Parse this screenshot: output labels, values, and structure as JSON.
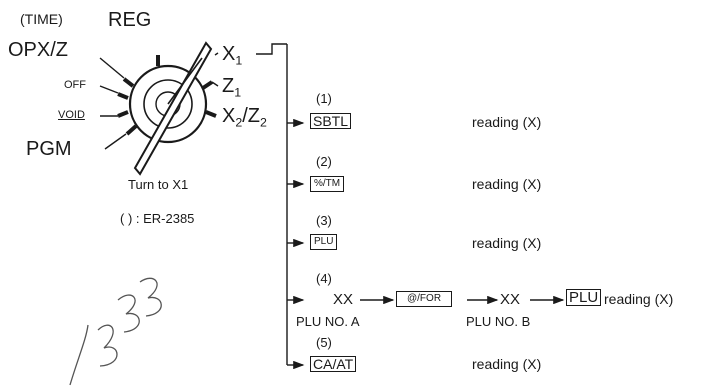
{
  "dial": {
    "time_label": "(TIME)",
    "reg_label": "REG",
    "opx_label": "OPX/Z",
    "off_label": "OFF",
    "void_label": "VOID",
    "pgm_label": "PGM",
    "x1_main": "X",
    "x1_sub": "1",
    "z1_main": "Z",
    "z1_sub": "1",
    "x2_main": "X",
    "x2_sub": "2",
    "x2_sep": "/Z",
    "z2_sub": "2",
    "caption": "Turn to X1",
    "note": "(   ) : ER-2385"
  },
  "steps": [
    {
      "num": "(1)",
      "key": "SBTL",
      "result": "reading (X)"
    },
    {
      "num": "(2)",
      "key": "%/TM",
      "result": "reading (X)"
    },
    {
      "num": "(3)",
      "key": "PLU",
      "result": "reading (X)"
    },
    {
      "num": "(4)",
      "xx_a": "XX",
      "key_for": "@/FOR",
      "xx_b": "XX",
      "key_plu": "PLU",
      "result": "reading (X)",
      "label_a": "PLU NO. A",
      "label_b": "PLU NO. B"
    },
    {
      "num": "(5)",
      "key": "CA/AT",
      "result": "reading (X)"
    }
  ],
  "handwriting": "1333"
}
